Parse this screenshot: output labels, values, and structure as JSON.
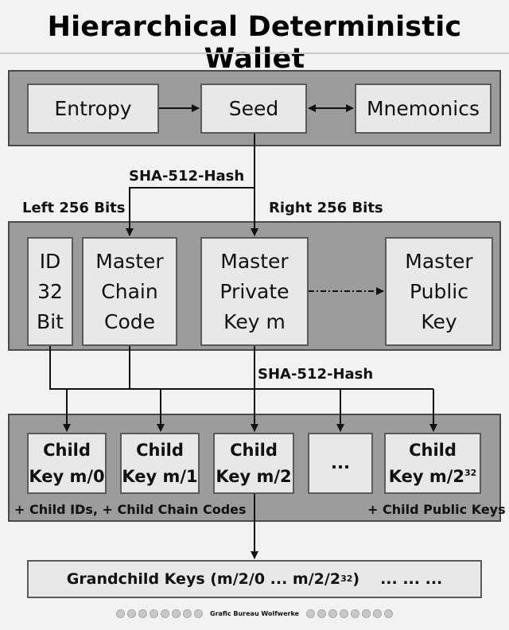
{
  "title": "Hierarchical Deterministic Wallet",
  "top": {
    "entropy": "Entropy",
    "seed": "Seed",
    "mnemonics": "Mnemonics"
  },
  "labels": {
    "hash1": "SHA-512-Hash",
    "left_bits": "Left 256 Bits",
    "right_bits": "Right 256 Bits",
    "hash2": "SHA-512-Hash"
  },
  "master": {
    "id": [
      "ID",
      "32",
      "Bit"
    ],
    "chain_code": [
      "Master",
      "Chain",
      "Code"
    ],
    "private_key": [
      "Master",
      "Private",
      "Key m"
    ],
    "public_key": [
      "Master",
      "Public",
      "Key"
    ]
  },
  "children": {
    "keys": [
      {
        "line1": "Child",
        "line2": "Key m/0"
      },
      {
        "line1": "Child",
        "line2": "Key m/1"
      },
      {
        "line1": "Child",
        "line2": "Key m/2"
      },
      {
        "line1": "...",
        "line2": ""
      },
      {
        "line1": "Child",
        "line2": "Key m/2",
        "sup": "32"
      }
    ],
    "note_left": "+ Child IDs, + Child Chain Codes",
    "note_right": "+ Child Public Keys"
  },
  "grandchild": {
    "text": "Grandchild Keys (m/2/0 ... m/2/2",
    "sup": "32",
    "text_end": ")",
    "dots": "... ... ..."
  },
  "footer": {
    "credit": "Grafic Bureau Wolfwerke"
  }
}
